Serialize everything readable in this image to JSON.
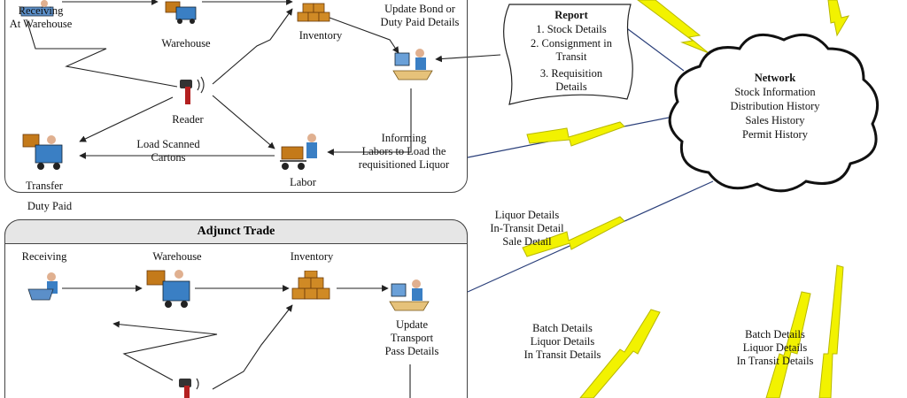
{
  "bond": {
    "labels": {
      "receiving": "Receiving\nAt Warehouse",
      "warehouse": "Warehouse",
      "inventory": "Inventory",
      "update": "Update Bond or\nDuty Paid Details",
      "reader": "Reader",
      "load_scanned": "Load Scanned\nCartons",
      "transfer": "Transfer",
      "labor": "Labor",
      "informing": "Informing\nLabors to Load the\nrequisitioned Liquor",
      "duty_paid": "Duty Paid"
    }
  },
  "report": {
    "title": "Report",
    "items": [
      "1. Stock Details",
      "2. Consignment in\nTransit",
      "3. Requisition\nDetails"
    ]
  },
  "network": {
    "title": "Network",
    "items": [
      "Stock Information",
      "Distribution History",
      "Sales History",
      "Permit History"
    ]
  },
  "adjunct": {
    "title": "Adjunct Trade",
    "labels": {
      "receiving": "Receiving",
      "warehouse": "Warehouse",
      "inventory": "Inventory",
      "update": "Update\nTransport\nPass Details"
    }
  },
  "links": {
    "liquor": "Liquor Details\nIn-Transit Detail\nSale Detail",
    "batch1": "Batch Details\nLiquor Details\nIn Transit Details",
    "batch2": "Batch Details\nLiquor Details\nIn Transit Details"
  },
  "colors": {
    "lightning": "#f2f200",
    "lightning_edge": "#b8b800",
    "network_line": "#2a3f7a",
    "box_icon": "#c47a1a",
    "person_icon": "#3a7fc4"
  }
}
